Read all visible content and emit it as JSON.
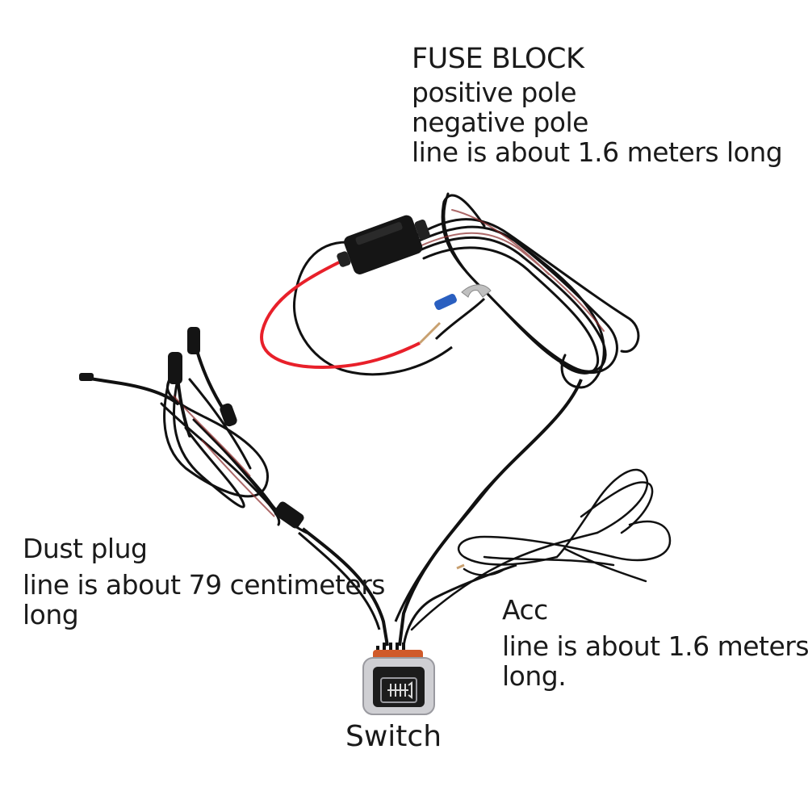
{
  "fuse_block": {
    "title": "FUSE BLOCK",
    "line1": "positive pole",
    "line2": "negative pole",
    "line3": "line is about 1.6 meters long"
  },
  "dust_plug": {
    "title": "Dust plug",
    "line1": "line is about 79 centimeters",
    "line2": "long"
  },
  "acc": {
    "title": "Acc",
    "line1": "line is about 1.6 meters",
    "line2": "long."
  },
  "switch": {
    "label": "Switch",
    "icon": "horn-icon"
  },
  "colors": {
    "wire_black": "#111111",
    "wire_red": "#e8202a",
    "terminal_blue": "#2a5fc0",
    "switch_bezel": "#c8c8cc",
    "switch_face": "#1a1a1a"
  }
}
